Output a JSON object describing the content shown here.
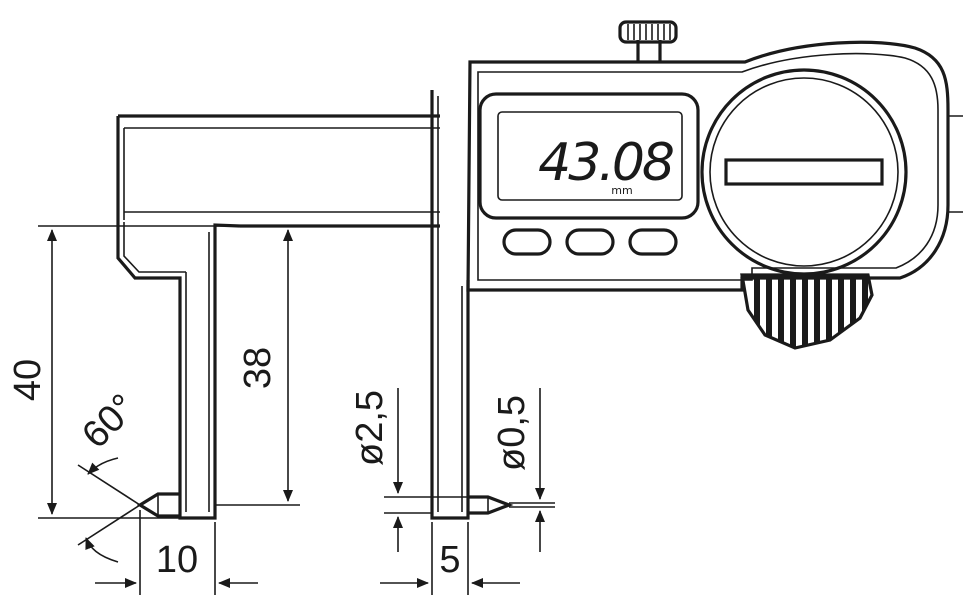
{
  "display": {
    "reading": "43.08",
    "unit": "mm"
  },
  "dimensions": {
    "overall_depth": "40",
    "angle": "60°",
    "jaw_depth": "38",
    "tip_width_left": "10",
    "tip_diameter_large": "ø2,5",
    "tip_diameter_small": "ø0,5",
    "tip_width_right": "5"
  },
  "colors": {
    "ink": "#1a1a1a",
    "background": "#ffffff"
  },
  "icons": {
    "buttons": [
      "button-1",
      "button-2",
      "button-3"
    ],
    "thumb_wheel": "thumb-roller-icon"
  }
}
